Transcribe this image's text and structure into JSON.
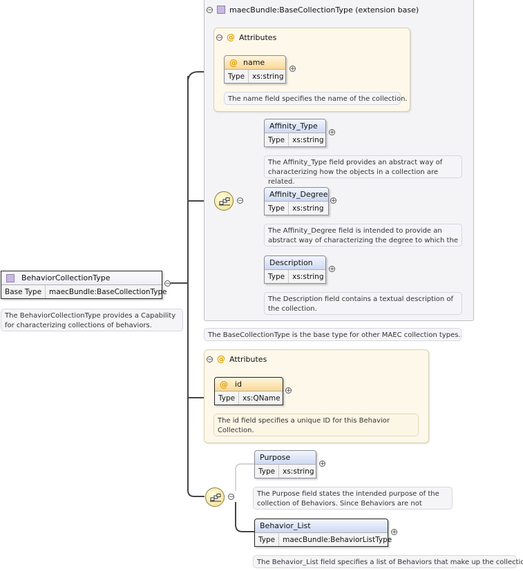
{
  "root": {
    "name": "BehaviorCollectionType",
    "base_type_label": "Base Type",
    "base_type_value": "maecBundle:BaseCollectionType",
    "note": "The BehaviorCollectionType provides a Capability for characterizing collections of behaviors."
  },
  "extension": {
    "title": "maecBundle:BaseCollectionType (extension base)",
    "note": "The BaseCollectionType is the base type for other MAEC collection types.",
    "attributes": {
      "title": "Attributes",
      "name_attr": {
        "name": "name",
        "type_label": "Type",
        "type_value": "xs:string",
        "note": "The name field specifies the name of the collection."
      }
    },
    "elements": [
      {
        "name": "Affinity_Type",
        "type_label": "Type",
        "type_value": "xs:string",
        "note": "The Affinity_Type field provides an abstract way of characterizing how the objects in a collection are related."
      },
      {
        "name": "Affinity_Degree",
        "type_label": "Type",
        "type_value": "xs:string",
        "note": "The Affinity_Degree field is intended to provide an abstract way of characterizing the degree to which the objects in a..."
      },
      {
        "name": "Description",
        "type_label": "Type",
        "type_value": "xs:string",
        "note": "The Description field contains a textual description of the collection."
      }
    ]
  },
  "attributes": {
    "title": "Attributes",
    "id_attr": {
      "name": "id",
      "type_label": "Type",
      "type_value": "xs:QName",
      "note": "The id field specifies a unique ID for this Behavior Collection."
    }
  },
  "sequence": [
    {
      "name": "Purpose",
      "type_label": "Type",
      "type_value": "xs:string",
      "note": "The Purpose field states the intended purpose of the collection of Behaviors. Since Behaviors are not always..."
    },
    {
      "name": "Behavior_List",
      "type_label": "Type",
      "type_value": "maecBundle:BehaviorListType",
      "note": "The Behavior_List field specifies a list of Behaviors that make up the collection."
    }
  ],
  "colors": {
    "element_header": "#cdd9f2",
    "attribute_header": "#fad895",
    "attribute_panel": "#fdf8ea",
    "extension_panel": "#f4f4f6",
    "sequence_icon": "#f2e08c"
  }
}
